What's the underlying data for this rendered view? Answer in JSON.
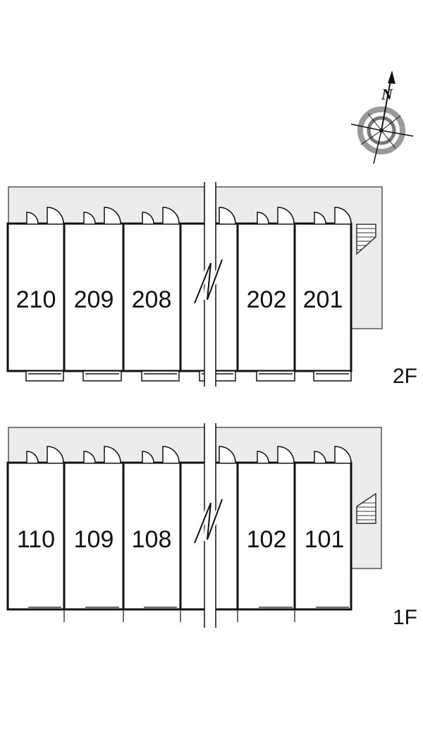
{
  "compass": {
    "label": "N",
    "icon": "compass-rose-icon"
  },
  "colors": {
    "corridor": "#ececec",
    "wall": "#111111",
    "line": "#555555",
    "ring": "#9a9a9a"
  },
  "floors": [
    {
      "label": "2F",
      "units": [
        "210",
        "209",
        "208",
        "202",
        "201"
      ],
      "balconies": true,
      "stairs_icon": "stairs-icon"
    },
    {
      "label": "1F",
      "units": [
        "110",
        "109",
        "108",
        "102",
        "101"
      ],
      "balconies": false,
      "stairs_icon": "stairs-icon"
    }
  ]
}
